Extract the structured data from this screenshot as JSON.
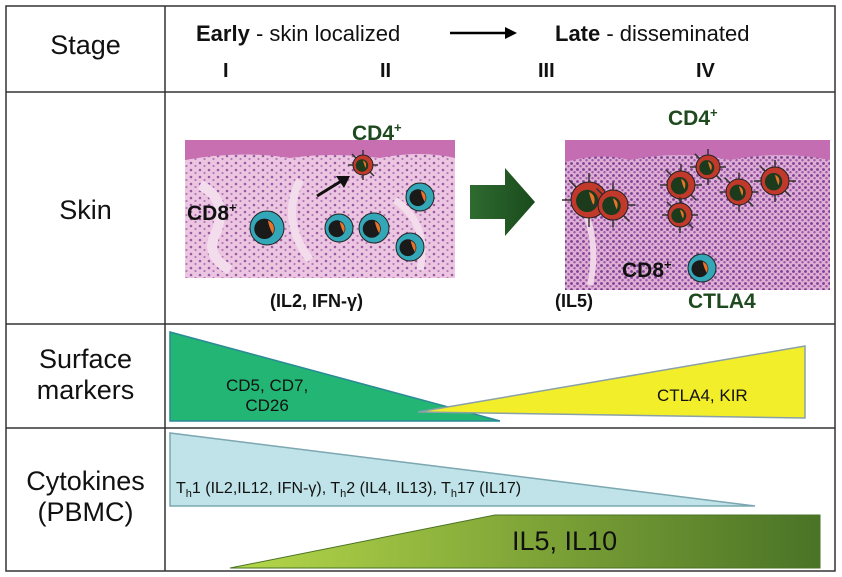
{
  "rows": {
    "stage": "Stage",
    "skin": "Skin",
    "surface_markers": [
      "Surface",
      "markers"
    ],
    "cytokines": [
      "Cytokines",
      "(PBMC)"
    ]
  },
  "stage_header": {
    "early_bold": "Early",
    "early_rest": " - skin localized",
    "late_bold": "Late",
    "late_rest": " - disseminated",
    "stages": [
      "I",
      "II",
      "III",
      "IV"
    ]
  },
  "skin": {
    "early": {
      "cd4_label": "CD4",
      "cd4_sup": "+",
      "cd8_label": "CD8",
      "cd8_sup": "+",
      "cytokines": "(IL2, IFN-γ)"
    },
    "late": {
      "cd4_label": "CD4",
      "cd4_sup": "+",
      "cd8_label": "CD8",
      "cd8_sup": "+",
      "cytokines": "(IL5)",
      "marker": "CTLA4"
    }
  },
  "surface_markers": {
    "early_markers": [
      "CD5, CD7,",
      "CD26"
    ],
    "late_markers": "CTLA4, KIR"
  },
  "cytokines": {
    "th_segments": [
      {
        "prefix": "T",
        "sub": "h",
        "text": "1 (IL2,IL12, IFN-γ), "
      },
      {
        "prefix": "T",
        "sub": "h",
        "text": "2 (IL4, IL13), "
      },
      {
        "prefix": "T",
        "sub": "h",
        "text": "17 (IL17)"
      }
    ],
    "late": "IL5, IL10"
  },
  "colors": {
    "border": "#333333",
    "surface_early": "#22b573",
    "surface_late": "#f2ee2a",
    "cytokine_early": "#bfe3e8",
    "cytokine_late_start": "#a8cf3c",
    "cytokine_late_end": "#4d7a27",
    "arrow": "#1f4a1f",
    "tissue": "#e6b6d6",
    "cd8_cell": "#33a6b8",
    "cd4_cell": "#c0392b"
  }
}
